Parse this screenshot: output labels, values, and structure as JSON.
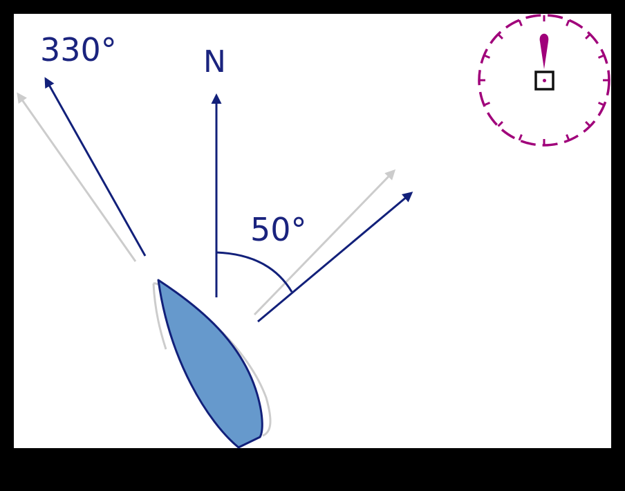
{
  "labels": {
    "heading_330": "330°",
    "north": "N",
    "angle_50": "50°"
  },
  "colors": {
    "navy": "#12207a",
    "ghost": "#cccccc",
    "boat_fill": "#6699cc",
    "compass": "#a0007a",
    "background": "#ffffff",
    "border": "#000000"
  },
  "icons": {
    "compass": "compass-rose-icon",
    "boat": "boat-hull-icon"
  }
}
